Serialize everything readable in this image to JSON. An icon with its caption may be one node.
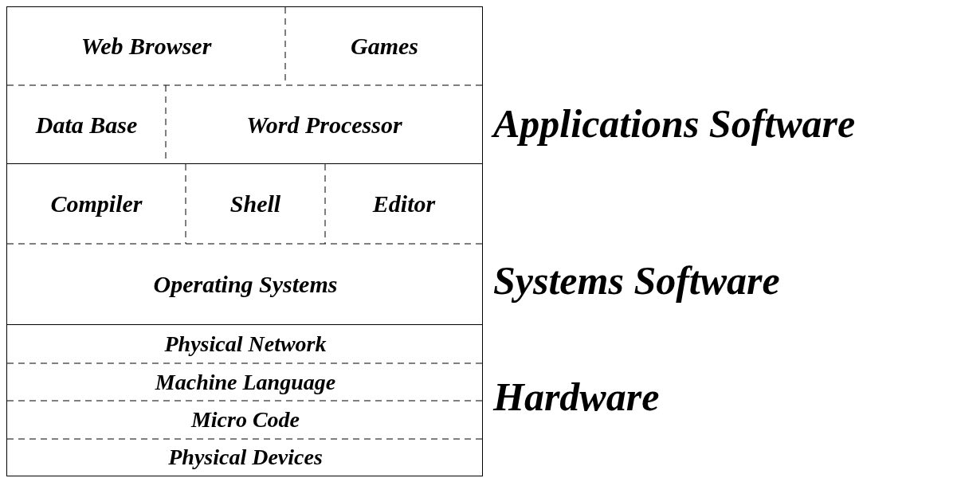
{
  "diagram": {
    "nodes": [
      {
        "text": [
          "Applications Software"
        ]
      },
      {
        "text": [
          "Web Browser"
        ],
        "in": 0
      },
      {
        "text": [
          "Games"
        ],
        "in": 0
      },
      {
        "text": [
          "Data Base"
        ],
        "in": 0
      },
      {
        "text": [
          "Word Processor"
        ],
        "in": 0
      },
      {
        "text": [
          "Systems Software"
        ]
      },
      {
        "text": [
          "Compiler"
        ],
        "in": 5
      },
      {
        "text": [
          "Shell"
        ],
        "in": 5
      },
      {
        "text": [
          "Editor"
        ],
        "in": 5
      },
      {
        "text": [
          "Operating Systems"
        ],
        "in": 5
      },
      {
        "text": [
          "Hardware"
        ]
      },
      {
        "text": [
          "Physical Network"
        ],
        "in": 10
      },
      {
        "text": [
          "Machine Language"
        ],
        "in": 10
      },
      {
        "text": [
          "Micro Code"
        ],
        "in": 10
      },
      {
        "text": [
          "Physical Devices"
        ],
        "in": 10
      }
    ],
    "edges": []
  }
}
